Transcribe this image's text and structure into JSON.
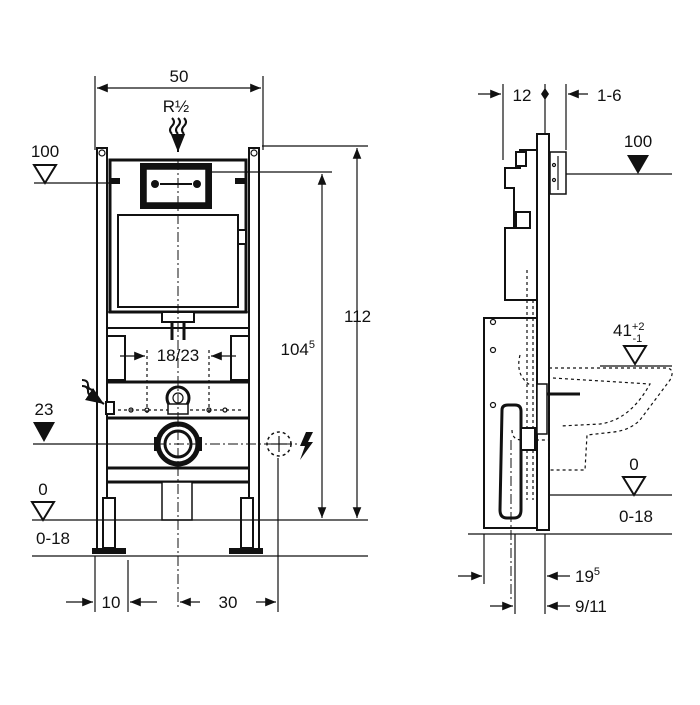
{
  "front_view": {
    "width_dim": "50",
    "pipe_label": "R½",
    "height_total": "112",
    "height_frame_main": "104",
    "height_frame_sup": "5",
    "bolt_spacing": "18/23",
    "left_offset": "10",
    "drain_offset": "30",
    "level_top": "100",
    "level_drain": "23",
    "level_floor": "0",
    "floor_range": "0-18"
  },
  "side_view": {
    "depth_dim": "12",
    "wall_adjust": "1-6",
    "level_top": "100",
    "level_seat_main": "41",
    "level_seat_sup": "+2",
    "level_seat_sub": "-1",
    "level_floor": "0",
    "floor_range": "0-18",
    "pipe_offset_main": "19",
    "pipe_offset_sup": "5",
    "pipe_depth": "9/11"
  }
}
